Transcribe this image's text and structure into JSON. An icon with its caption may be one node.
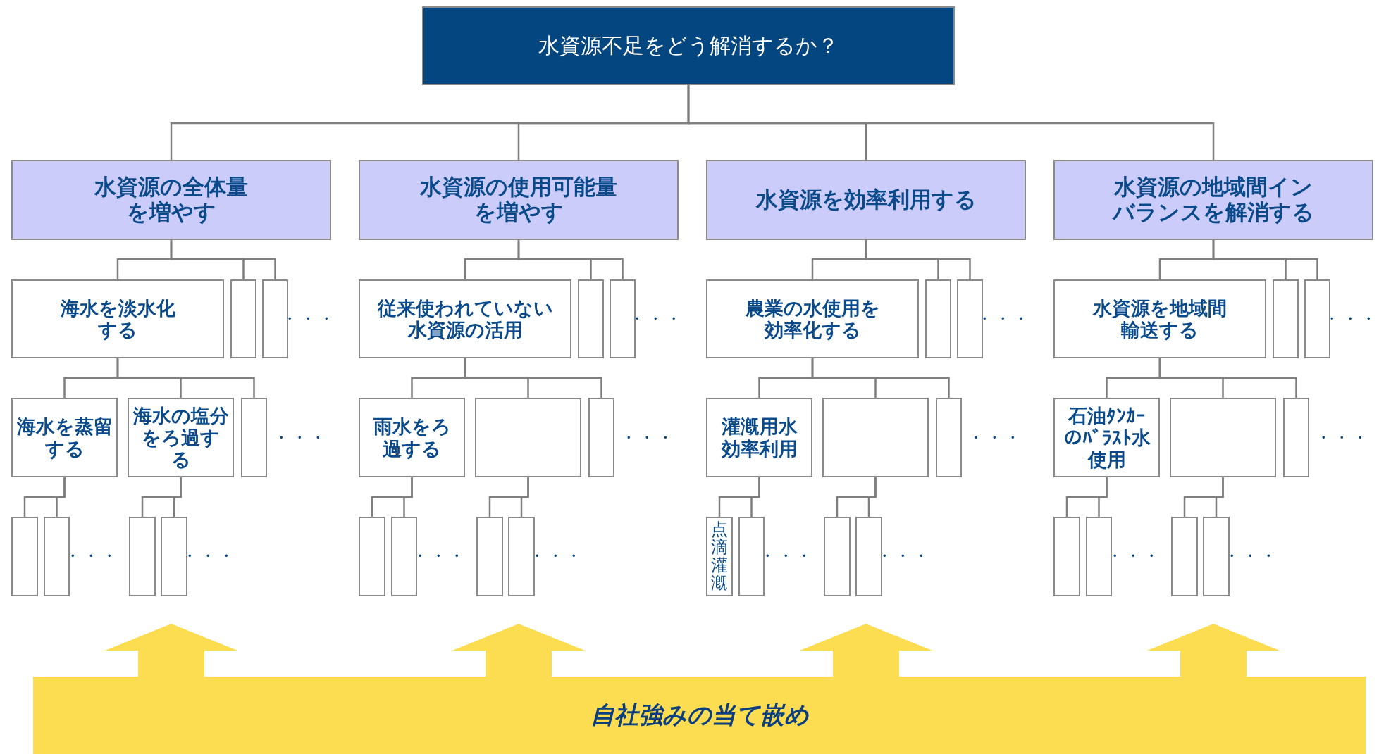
{
  "diagram": {
    "nodes": [
      {
        "text": [
          "水資源不足をどう解消するか？"
        ]
      },
      {
        "text": [
          "水資源の全体量を増やす"
        ]
      },
      {
        "text": [
          "水資源の使用可能量を増やす"
        ]
      },
      {
        "text": [
          "水資源を効率利用する"
        ]
      },
      {
        "text": [
          "水資源の地域間インバランスを解消する"
        ]
      },
      {
        "text": [
          "海水を淡水化する"
        ]
      },
      {
        "text": [],
        "shape": "box"
      },
      {
        "text": [],
        "shape": "box"
      },
      {
        "text": [
          "従来使われていない水資源の活用"
        ]
      },
      {
        "text": [],
        "shape": "box"
      },
      {
        "text": [],
        "shape": "box"
      },
      {
        "text": [
          "農業の水使用を効率化する"
        ]
      },
      {
        "text": [],
        "shape": "box"
      },
      {
        "text": [],
        "shape": "box"
      },
      {
        "text": [
          "水資源を地域間輸送する"
        ]
      },
      {
        "text": [],
        "shape": "box"
      },
      {
        "text": [],
        "shape": "box"
      },
      {
        "text": [
          "海水を蒸留する"
        ]
      },
      {
        "text": [
          "海水の塩分をろ過する"
        ]
      },
      {
        "text": [],
        "shape": "box"
      },
      {
        "text": [
          "雨水をろ過する"
        ]
      },
      {
        "text": [],
        "shape": "box"
      },
      {
        "text": [],
        "shape": "box"
      },
      {
        "text": [
          "灌漑用水効率利用"
        ]
      },
      {
        "text": [],
        "shape": "box"
      },
      {
        "text": [],
        "shape": "box"
      },
      {
        "text": [
          "石油ﾀﾝｶｰのﾊﾞﾗｽﾄ水使用"
        ]
      },
      {
        "text": [],
        "shape": "box"
      },
      {
        "text": [],
        "shape": "box"
      },
      {
        "text": [],
        "shape": "box"
      },
      {
        "text": [],
        "shape": "box"
      },
      {
        "text": [],
        "shape": "box"
      },
      {
        "text": [],
        "shape": "box"
      },
      {
        "text": [],
        "shape": "box"
      },
      {
        "text": [],
        "shape": "box"
      },
      {
        "text": [],
        "shape": "box"
      },
      {
        "text": [],
        "shape": "box"
      },
      {
        "text": [
          "点滴灌漑"
        ]
      },
      {
        "text": [],
        "shape": "box"
      },
      {
        "text": [],
        "shape": "box"
      },
      {
        "text": [],
        "shape": "box"
      },
      {
        "text": [],
        "shape": "box"
      },
      {
        "text": [],
        "shape": "box"
      },
      {
        "text": [],
        "shape": "box"
      },
      {
        "text": [],
        "shape": "box"
      },
      {
        "text": [
          "自社強みの当て嵌め"
        ]
      }
    ],
    "edges": [
      {
        "from": 0,
        "to": 1,
        "arrow": "none"
      },
      {
        "from": 0,
        "to": 2,
        "arrow": "none"
      },
      {
        "from": 0,
        "to": 3,
        "arrow": "none"
      },
      {
        "from": 0,
        "to": 4,
        "arrow": "none"
      },
      {
        "from": 1,
        "to": 5,
        "arrow": "none"
      },
      {
        "from": 1,
        "to": 6,
        "arrow": "none"
      },
      {
        "from": 1,
        "to": 7,
        "arrow": "none"
      },
      {
        "from": 5,
        "to": 17,
        "arrow": "none"
      },
      {
        "from": 5,
        "to": 18,
        "arrow": "none"
      },
      {
        "from": 5,
        "to": 19,
        "arrow": "none"
      },
      {
        "from": 17,
        "to": 29,
        "arrow": "none"
      },
      {
        "from": 17,
        "to": 30,
        "arrow": "none"
      },
      {
        "from": 18,
        "to": 31,
        "arrow": "none"
      },
      {
        "from": 18,
        "to": 32,
        "arrow": "none"
      },
      {
        "from": 2,
        "to": 8,
        "arrow": "none"
      },
      {
        "from": 2,
        "to": 9,
        "arrow": "none"
      },
      {
        "from": 2,
        "to": 10,
        "arrow": "none"
      },
      {
        "from": 8,
        "to": 20,
        "arrow": "none"
      },
      {
        "from": 8,
        "to": 21,
        "arrow": "none"
      },
      {
        "from": 8,
        "to": 22,
        "arrow": "none"
      },
      {
        "from": 20,
        "to": 33,
        "arrow": "none"
      },
      {
        "from": 20,
        "to": 34,
        "arrow": "none"
      },
      {
        "from": 21,
        "to": 35,
        "arrow": "none"
      },
      {
        "from": 21,
        "to": 36,
        "arrow": "none"
      },
      {
        "from": 3,
        "to": 11,
        "arrow": "none"
      },
      {
        "from": 3,
        "to": 12,
        "arrow": "none"
      },
      {
        "from": 3,
        "to": 13,
        "arrow": "none"
      },
      {
        "from": 11,
        "to": 23,
        "arrow": "none"
      },
      {
        "from": 11,
        "to": 24,
        "arrow": "none"
      },
      {
        "from": 11,
        "to": 25,
        "arrow": "none"
      },
      {
        "from": 23,
        "to": 37,
        "arrow": "none"
      },
      {
        "from": 23,
        "to": 38,
        "arrow": "none"
      },
      {
        "from": 24,
        "to": 39,
        "arrow": "none"
      },
      {
        "from": 24,
        "to": 40,
        "arrow": "none"
      },
      {
        "from": 4,
        "to": 14,
        "arrow": "none"
      },
      {
        "from": 4,
        "to": 15,
        "arrow": "none"
      },
      {
        "from": 4,
        "to": 16,
        "arrow": "none"
      },
      {
        "from": 14,
        "to": 26,
        "arrow": "none"
      },
      {
        "from": 14,
        "to": 27,
        "arrow": "none"
      },
      {
        "from": 14,
        "to": 28,
        "arrow": "none"
      },
      {
        "from": 26,
        "to": 41,
        "arrow": "none"
      },
      {
        "from": 26,
        "to": 42,
        "arrow": "none"
      },
      {
        "from": 27,
        "to": 43,
        "arrow": "none"
      },
      {
        "from": 27,
        "to": 44,
        "arrow": "none"
      },
      {
        "from": 45,
        "to": null,
        "arrow": "to",
        "color": "#fcdc50"
      },
      {
        "from": 45,
        "to": null,
        "arrow": "to",
        "color": "#fcdc50"
      },
      {
        "from": 45,
        "to": null,
        "arrow": "to",
        "color": "#fcdc50"
      },
      {
        "from": 45,
        "to": null,
        "arrow": "to",
        "color": "#fcdc50"
      }
    ],
    "labels": [
      "・・・",
      "・・・",
      "・・・",
      "・・・",
      "・・・",
      "・・・",
      "・・・",
      "・・・",
      "・・・",
      "・・・",
      "・・・",
      "・・・",
      "・・・",
      "・・・",
      "・・・",
      "・・・"
    ]
  }
}
